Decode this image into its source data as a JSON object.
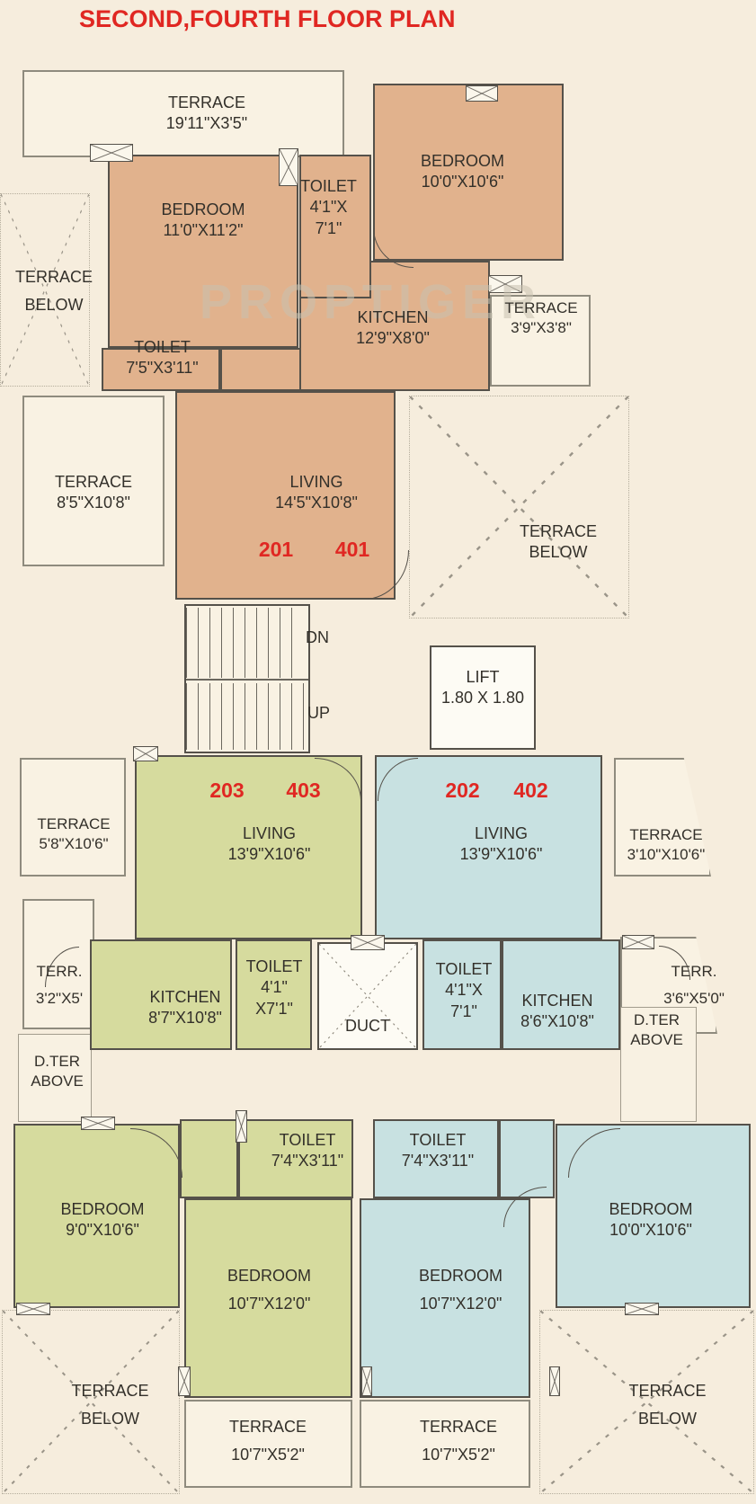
{
  "title": "SECOND,FOURTH FLOOR PLAN",
  "watermark": "PROPTIGER",
  "unit_numbers": {
    "n201": "201",
    "n401": "401",
    "n202": "202",
    "n402": "402",
    "n203": "203",
    "n403": "403"
  },
  "stair": {
    "dn": "DN",
    "up": "UP"
  },
  "lift": {
    "name": "LIFT",
    "dims": "1.80 X 1.80"
  },
  "duct": {
    "name": "DUCT"
  },
  "rooms": {
    "terrace_top": {
      "name": "TERRACE",
      "dims": "19'11\"X3'5\""
    },
    "bedroom_a1": {
      "name": "BEDROOM",
      "dims": "11'0\"X11'2\""
    },
    "toilet_a1": {
      "name": "TOILET",
      "dims": "4'1\"X",
      "dims2": "7'1\""
    },
    "bedroom_a2": {
      "name": "BEDROOM",
      "dims": "10'0\"X10'6\""
    },
    "kitchen_a": {
      "name": "KITCHEN",
      "dims": "12'9\"X8'0\""
    },
    "terrace_39": {
      "name": "TERRACE",
      "dims": "3'9\"X3'8\""
    },
    "toilet_a2": {
      "name": "TOILET",
      "dims": "7'5\"X3'11\""
    },
    "tb_tl": {
      "name": "TERRACE",
      "dims": "BELOW"
    },
    "terrace_85": {
      "name": "TERRACE",
      "dims": "8'5\"X10'8\""
    },
    "living_a": {
      "name": "LIVING",
      "dims": "14'5\"X10'8\""
    },
    "tb_mr": {
      "name": "TERRACE",
      "dims": "BELOW"
    },
    "living_c": {
      "name": "LIVING",
      "dims": "13'9\"X10'6\""
    },
    "terrace_58": {
      "name": "TERRACE",
      "dims": "5'8\"X10'6\""
    },
    "living_b": {
      "name": "LIVING",
      "dims": "13'9\"X10'6\""
    },
    "terrace_310": {
      "name": "TERRACE",
      "dims": "3'10\"X10'6\""
    },
    "terr_32": {
      "name": "TERR.",
      "dims": "3'2\"X5'"
    },
    "kitchen_c": {
      "name": "KITCHEN",
      "dims": "8'7\"X10'8\""
    },
    "toilet_c1": {
      "name": "TOILET",
      "dims": "4'1\"",
      "dims2": "X7'1\""
    },
    "toilet_b1": {
      "name": "TOILET",
      "dims": "4'1\"X",
      "dims2": "7'1\""
    },
    "kitchen_b": {
      "name": "KITCHEN",
      "dims": "8'6\"X10'8\""
    },
    "terr_36": {
      "name": "TERR.",
      "dims": "3'6\"X5'0\""
    },
    "dter_c": {
      "name": "D.TER",
      "dims": "ABOVE"
    },
    "dter_b": {
      "name": "D.TER",
      "dims": "ABOVE"
    },
    "bedroom_c1": {
      "name": "BEDROOM",
      "dims": "9'0\"X10'6\""
    },
    "toilet_c2": {
      "name": "TOILET",
      "dims": "7'4\"X3'11\""
    },
    "toilet_b2": {
      "name": "TOILET",
      "dims": "7'4\"X3'11\""
    },
    "bedroom_b1": {
      "name": "BEDROOM",
      "dims": "10'0\"X10'6\""
    },
    "bedroom_c2": {
      "name": "BEDROOM",
      "dims": "10'7\"X12'0\""
    },
    "bedroom_b2": {
      "name": "BEDROOM",
      "dims": "10'7\"X12'0\""
    },
    "tb_bl": {
      "name": "TERRACE",
      "dims": "BELOW"
    },
    "tb_br": {
      "name": "TERRACE",
      "dims": "BELOW"
    },
    "terrace_c_bot": {
      "name": "TERRACE",
      "dims": "10'7\"X5'2\""
    },
    "terrace_b_bot": {
      "name": "TERRACE",
      "dims": "10'7\"X5'2\""
    }
  }
}
